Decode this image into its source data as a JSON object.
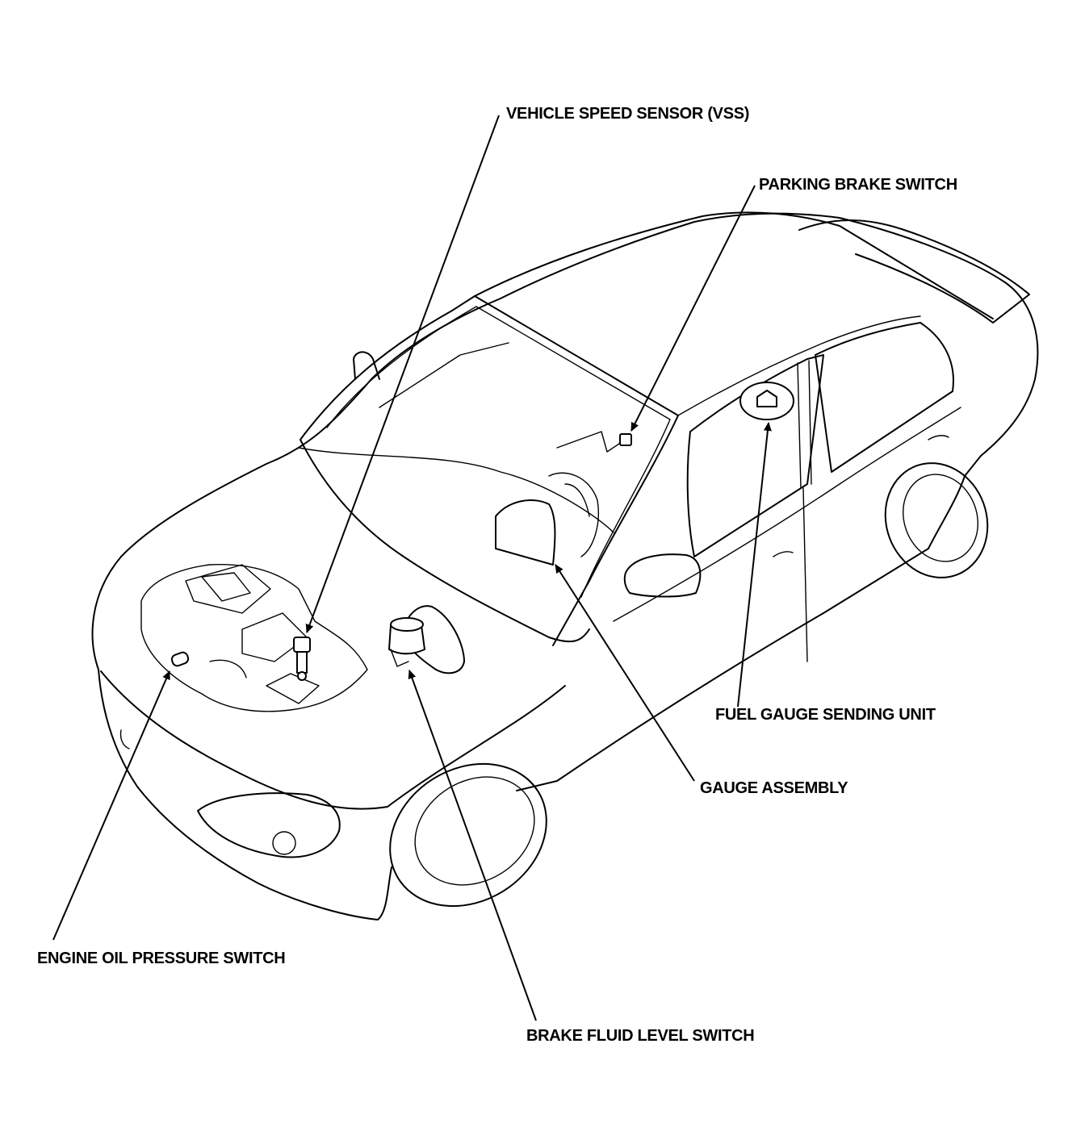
{
  "diagram": {
    "callouts": [
      {
        "id": "vss",
        "label": "VEHICLE SPEED SENSOR (VSS)",
        "icon": "vehicle-speed-sensor-icon"
      },
      {
        "id": "parking-brake",
        "label": "PARKING BRAKE SWITCH",
        "icon": "parking-brake-switch-icon"
      },
      {
        "id": "fuel-gauge",
        "label": "FUEL GAUGE SENDING UNIT",
        "icon": "fuel-gauge-sending-unit-icon"
      },
      {
        "id": "gauge-assembly",
        "label": "GAUGE ASSEMBLY",
        "icon": "gauge-assembly-icon"
      },
      {
        "id": "oil-pressure",
        "label": "ENGINE OIL PRESSURE SWITCH",
        "icon": "engine-oil-pressure-switch-icon"
      },
      {
        "id": "brake-fluid",
        "label": "BRAKE FLUID LEVEL SWITCH",
        "icon": "brake-fluid-level-switch-icon"
      }
    ],
    "colors": {
      "line": "#000000",
      "background": "#ffffff"
    }
  }
}
